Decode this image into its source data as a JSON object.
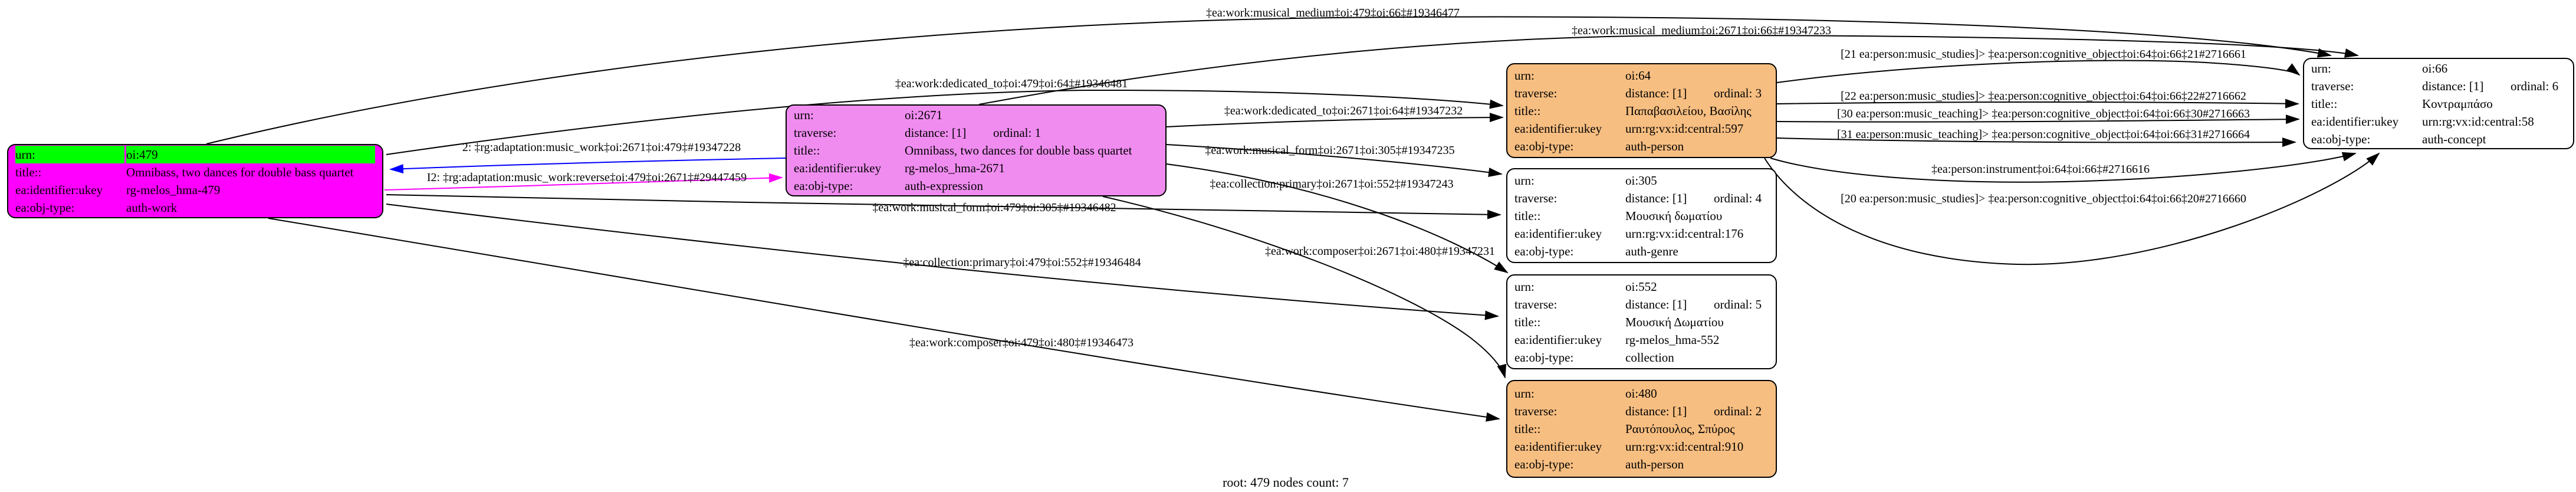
{
  "footer": "root: 479 nodes count: 7",
  "colors": {
    "root_fill": "#FF00FF",
    "root_urn_row": "#00FF00",
    "expression_fill": "#F08CF0",
    "person_fill": "#F7BE81",
    "plain_fill": "#FFFFFF",
    "adaptation_edge": "#0000FF",
    "adaptation_reverse_edge": "#FF00FF",
    "default_edge": "#000000"
  },
  "nodes": {
    "n479": {
      "urn": {
        "key": "urn:",
        "value": "oi:479"
      },
      "title": {
        "key": "title::",
        "value": "Omnibass, two dances for double bass quartet"
      },
      "ukey": {
        "key": "ea:identifier:ukey",
        "value": "rg-melos_hma-479"
      },
      "objtype": {
        "key": "ea:obj-type:",
        "value": "auth-work"
      }
    },
    "n2671": {
      "urn": {
        "key": "urn:",
        "value": "oi:2671"
      },
      "traverse": {
        "key": "traverse:",
        "distance": "distance: [1]",
        "ordinal": "ordinal: 1"
      },
      "title": {
        "key": "title::",
        "value": "Omnibass, two dances for double bass quartet"
      },
      "ukey": {
        "key": "ea:identifier:ukey",
        "value": "rg-melos_hma-2671"
      },
      "objtype": {
        "key": "ea:obj-type:",
        "value": "auth-expression"
      }
    },
    "n64": {
      "urn": {
        "key": "urn:",
        "value": "oi:64"
      },
      "traverse": {
        "key": "traverse:",
        "distance": "distance: [1]",
        "ordinal": "ordinal: 3"
      },
      "title": {
        "key": "title::",
        "value": "Παπαβασιλείου, Βασίλης"
      },
      "ukey": {
        "key": "ea:identifier:ukey",
        "value": "urn:rg:vx:id:central:597"
      },
      "objtype": {
        "key": "ea:obj-type:",
        "value": "auth-person"
      }
    },
    "n305": {
      "urn": {
        "key": "urn:",
        "value": "oi:305"
      },
      "traverse": {
        "key": "traverse:",
        "distance": "distance: [1]",
        "ordinal": "ordinal: 4"
      },
      "title": {
        "key": "title::",
        "value": "Μουσική δωματίου"
      },
      "ukey": {
        "key": "ea:identifier:ukey",
        "value": "urn:rg:vx:id:central:176"
      },
      "objtype": {
        "key": "ea:obj-type:",
        "value": "auth-genre"
      }
    },
    "n552": {
      "urn": {
        "key": "urn:",
        "value": "oi:552"
      },
      "traverse": {
        "key": "traverse:",
        "distance": "distance: [1]",
        "ordinal": "ordinal: 5"
      },
      "title": {
        "key": "title::",
        "value": "Μουσική Δωματίου"
      },
      "ukey": {
        "key": "ea:identifier:ukey",
        "value": "rg-melos_hma-552"
      },
      "objtype": {
        "key": "ea:obj-type:",
        "value": "collection"
      }
    },
    "n480": {
      "urn": {
        "key": "urn:",
        "value": "oi:480"
      },
      "traverse": {
        "key": "traverse:",
        "distance": "distance: [1]",
        "ordinal": "ordinal: 2"
      },
      "title": {
        "key": "title::",
        "value": "Ραυτόπουλος, Σπύρος"
      },
      "ukey": {
        "key": "ea:identifier:ukey",
        "value": "urn:rg:vx:id:central:910"
      },
      "objtype": {
        "key": "ea:obj-type:",
        "value": "auth-person"
      }
    },
    "n66": {
      "urn": {
        "key": "urn:",
        "value": "oi:66"
      },
      "traverse": {
        "key": "traverse:",
        "distance": "distance: [1]",
        "ordinal": "ordinal: 6"
      },
      "title": {
        "key": "title::",
        "value": "Κοντραμπάσο"
      },
      "ukey": {
        "key": "ea:identifier:ukey",
        "value": "urn:rg:vx:id:central:58"
      },
      "objtype": {
        "key": "ea:obj-type:",
        "value": "auth-concept"
      }
    }
  },
  "edges": {
    "mm479": {
      "label": "‡ea:work:musical_medium‡oi:479‡oi:66‡#19346477"
    },
    "mm2671": {
      "label": "‡ea:work:musical_medium‡oi:2671‡oi:66‡#19347233"
    },
    "ded479": {
      "label": "‡ea:work:dedicated_to‡oi:479‡oi:64‡#19346481"
    },
    "ded2671": {
      "label": "‡ea:work:dedicated_to‡oi:2671‡oi:64‡#19347232"
    },
    "adapt": {
      "label": "2: ‡rg:adaptation:music_work‡oi:2671‡oi:479‡#19347228"
    },
    "adaptrev": {
      "label": "I2: ‡rg:adaptation:music_work:reverse‡oi:479‡oi:2671‡#29447459"
    },
    "mf2671": {
      "label": "‡ea:work:musical_form‡oi:2671‡oi:305‡#19347235"
    },
    "cp2671": {
      "label": "‡ea:collection:primary‡oi:2671‡oi:552‡#19347243"
    },
    "mf479": {
      "label": "‡ea:work:musical_form‡oi:479‡oi:305‡#19346482"
    },
    "comp2671": {
      "label": "‡ea:work:composer‡oi:2671‡oi:480‡#19347231"
    },
    "cp479": {
      "label": "‡ea:collection:primary‡oi:479‡oi:552‡#19346484"
    },
    "comp479": {
      "label": "‡ea:work:composer‡oi:479‡oi:480‡#19346473"
    },
    "co21": {
      "label": "[21 ea:person:music_studies]> ‡ea:person:cognitive_object‡oi:64‡oi:66‡21#2716661"
    },
    "co22": {
      "label": "[22 ea:person:music_studies]> ‡ea:person:cognitive_object‡oi:64‡oi:66‡22#2716662"
    },
    "co30": {
      "label": "[30 ea:person:music_teaching]> ‡ea:person:cognitive_object‡oi:64‡oi:66‡30#2716663"
    },
    "co31": {
      "label": "[31 ea:person:music_teaching]> ‡ea:person:cognitive_object‡oi:64‡oi:66‡31#2716664"
    },
    "instr": {
      "label": "‡ea:person:instrument‡oi:64‡oi:66‡#2716616"
    },
    "co20": {
      "label": "[20 ea:person:music_studies]> ‡ea:person:cognitive_object‡oi:64‡oi:66‡20#2716660"
    }
  }
}
